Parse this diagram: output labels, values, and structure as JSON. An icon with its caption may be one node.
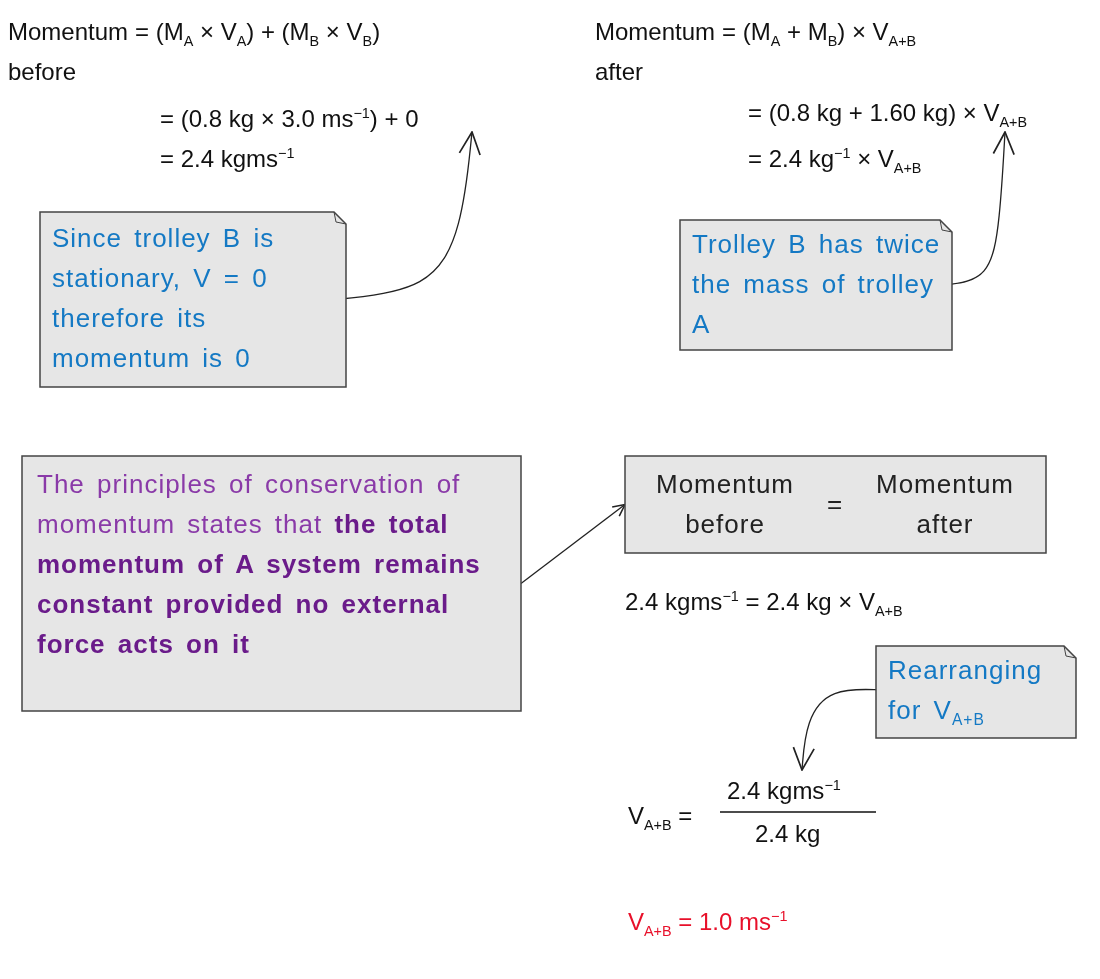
{
  "diagram": {
    "nodes": [
      {
        "text": [
          "Since trolley B is stationary, V = 0 therefore its momentum is 0"
        ]
      },
      {
        "text": [
          "Trolley B has twice the mass of trolley A"
        ]
      },
      {
        "text": [
          "The principles of conservation of momentum states that **the total momentum of A system remains constant provided no external force acts on it**"
        ]
      },
      {
        "text": [
          "Momentum before",
          "=",
          "Momentum after"
        ]
      },
      {
        "text": [
          "Rearranging for V$_{A+B}$"
        ]
      },
      {
        "text": [
          "= (0.8 kg × 3.0 ms$^{−1}$) + 0"
        ]
      },
      {
        "text": [
          "= (0.8 kg + 1.60 kg) × V$_{A+B}$"
        ]
      },
      {
        "text": [
          "2.4 kgms$^{−1}$"
        ]
      }
    ],
    "edges": [
      {
        "from": 0,
        "to": 5,
        "arrow": "to"
      },
      {
        "from": 1,
        "to": 6,
        "arrow": "to"
      },
      {
        "from": 2,
        "to": 3,
        "arrow": "to"
      },
      {
        "from": 4,
        "to": 7,
        "arrow": "to"
      }
    ],
    "labels": [
      "Momentum",
      "= (M$_{A}$ × V$_{A}$) + (M$_{B}$ × V$_{B}$)",
      "before",
      "= 2.4 kgms$^{−1}$",
      "Momentum",
      "= (M$_{A}$ + M$_{B}$) × V$_{A+B}$",
      "after",
      "= 2.4 kg$^{−1}$ × V$_{A+B}$",
      "2.4 kgms$^{−1}$ = 2.4 kg × V$_{A+B}$",
      "V$_{A+B}$ =",
      "2.4 kg",
      "V$_{A+B}$ = 1.0 ms$^{−1}$"
    ]
  }
}
